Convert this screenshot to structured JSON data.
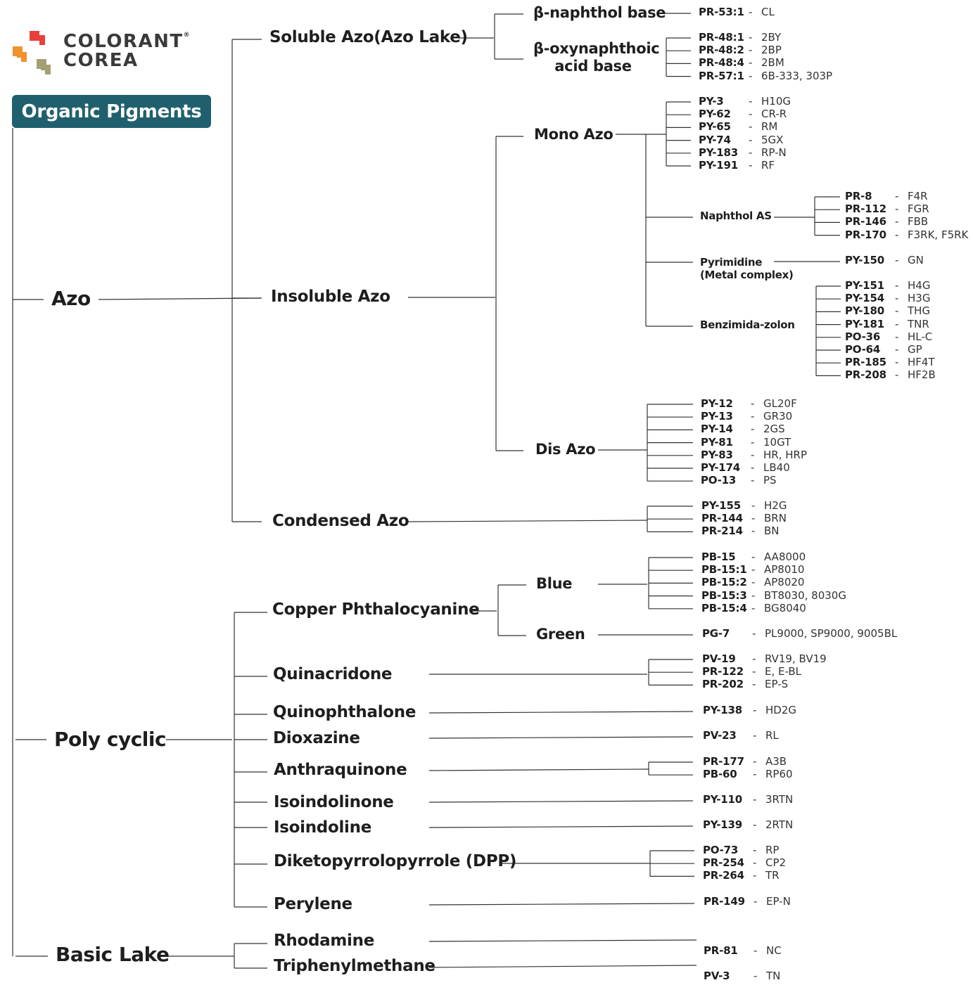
{
  "brand": {
    "name_line1": "COLORANT",
    "name_line2": "COREA",
    "registered_mark": "®",
    "colors": {
      "red": "#e8403a",
      "orange": "#f0922e",
      "olive": "#a5a073",
      "badge": "#20606e"
    }
  },
  "title": "Organic Pigments",
  "tree": [
    {
      "name": "Azo",
      "children": [
        {
          "name": "Soluble Azo(Azo Lake)",
          "children": [
            {
              "name": "β-naphthol base",
              "pigments": [
                {
                  "code": "PR-53:1",
                  "grade": "CL"
                }
              ]
            },
            {
              "name": "β-oxynaphthoic acid base",
              "lines": [
                "β-oxynaphthoic",
                "acid base"
              ],
              "pigments": [
                {
                  "code": "PR-48:1",
                  "grade": "2BY"
                },
                {
                  "code": "PR-48:2",
                  "grade": "2BP"
                },
                {
                  "code": "PR-48:4",
                  "grade": "2BM"
                },
                {
                  "code": "PR-57:1",
                  "grade": "6B-333, 303P"
                }
              ]
            }
          ]
        },
        {
          "name": "Insoluble Azo",
          "children": [
            {
              "name": "Mono Azo",
              "pigments": [
                {
                  "code": "PY-3",
                  "grade": "H10G"
                },
                {
                  "code": "PY-62",
                  "grade": "CR-R"
                },
                {
                  "code": "PY-65",
                  "grade": "RM"
                },
                {
                  "code": "PY-74",
                  "grade": "5GX"
                },
                {
                  "code": "PY-183",
                  "grade": "RP-N"
                },
                {
                  "code": "PY-191",
                  "grade": "RF"
                }
              ],
              "children": [
                {
                  "name": "Naphthol AS",
                  "pigments": [
                    {
                      "code": "PR-8",
                      "grade": "F4R"
                    },
                    {
                      "code": "PR-112",
                      "grade": "FGR"
                    },
                    {
                      "code": "PR-146",
                      "grade": "FBB"
                    },
                    {
                      "code": "PR-170",
                      "grade": "F3RK, F5RK"
                    }
                  ]
                },
                {
                  "name": "Pyrimidine (Metal complex)",
                  "lines": [
                    "Pyrimidine",
                    "(Metal complex)"
                  ],
                  "pigments": [
                    {
                      "code": "PY-150",
                      "grade": "GN"
                    }
                  ]
                },
                {
                  "name": "Benzimida-zolon",
                  "pigments": [
                    {
                      "code": "PY-151",
                      "grade": "H4G"
                    },
                    {
                      "code": "PY-154",
                      "grade": "H3G"
                    },
                    {
                      "code": "PY-180",
                      "grade": "THG"
                    },
                    {
                      "code": "PY-181",
                      "grade": "TNR"
                    },
                    {
                      "code": "PO-36",
                      "grade": "HL-C"
                    },
                    {
                      "code": "PO-64",
                      "grade": "GP"
                    },
                    {
                      "code": "PR-185",
                      "grade": "HF4T"
                    },
                    {
                      "code": "PR-208",
                      "grade": "HF2B"
                    }
                  ]
                }
              ]
            },
            {
              "name": "Dis Azo",
              "pigments": [
                {
                  "code": "PY-12",
                  "grade": "GL20F"
                },
                {
                  "code": "PY-13",
                  "grade": "GR30"
                },
                {
                  "code": "PY-14",
                  "grade": "2GS"
                },
                {
                  "code": "PY-81",
                  "grade": "10GT"
                },
                {
                  "code": "PY-83",
                  "grade": "HR, HRP"
                },
                {
                  "code": "PY-174",
                  "grade": "LB40"
                },
                {
                  "code": "PO-13",
                  "grade": "PS"
                }
              ]
            }
          ]
        },
        {
          "name": "Condensed Azo",
          "pigments": [
            {
              "code": "PY-155",
              "grade": "H2G"
            },
            {
              "code": "PR-144",
              "grade": "BRN"
            },
            {
              "code": "PR-214",
              "grade": "BN"
            }
          ]
        }
      ]
    },
    {
      "name": "Poly cyclic",
      "children": [
        {
          "name": "Copper Phthalocyanine",
          "children": [
            {
              "name": "Blue",
              "pigments": [
                {
                  "code": "PB-15",
                  "grade": "AA8000"
                },
                {
                  "code": "PB-15:1",
                  "grade": "AP8010"
                },
                {
                  "code": "PB-15:2",
                  "grade": "AP8020"
                },
                {
                  "code": "PB-15:3",
                  "grade": "BT8030, 8030G"
                },
                {
                  "code": "PB-15:4",
                  "grade": "BG8040"
                }
              ]
            },
            {
              "name": "Green",
              "pigments": [
                {
                  "code": "PG-7",
                  "grade": "PL9000, SP9000, 9005BL"
                }
              ]
            }
          ]
        },
        {
          "name": "Quinacridone",
          "pigments": [
            {
              "code": "PV-19",
              "grade": "RV19, BV19"
            },
            {
              "code": "PR-122",
              "grade": "E, E-BL"
            },
            {
              "code": "PR-202",
              "grade": "EP-S"
            }
          ]
        },
        {
          "name": "Quinophthalone",
          "pigments": [
            {
              "code": "PY-138",
              "grade": "HD2G"
            }
          ]
        },
        {
          "name": "Dioxazine",
          "pigments": [
            {
              "code": "PV-23",
              "grade": "RL"
            }
          ]
        },
        {
          "name": "Anthraquinone",
          "pigments": [
            {
              "code": "PR-177",
              "grade": "A3B"
            },
            {
              "code": "PB-60",
              "grade": "RP60"
            }
          ]
        },
        {
          "name": "Isoindolinone",
          "pigments": [
            {
              "code": "PY-110",
              "grade": "3RTN"
            }
          ]
        },
        {
          "name": "Isoindoline",
          "pigments": [
            {
              "code": "PY-139",
              "grade": "2RTN"
            }
          ]
        },
        {
          "name": "Diketopyrrolopyrrole (DPP)",
          "pigments": [
            {
              "code": "PO-73",
              "grade": "RP"
            },
            {
              "code": "PR-254",
              "grade": "CP2"
            },
            {
              "code": "PR-264",
              "grade": "TR"
            }
          ]
        },
        {
          "name": "Perylene",
          "pigments": [
            {
              "code": "PR-149",
              "grade": "EP-N"
            }
          ]
        }
      ]
    },
    {
      "name": "Basic Lake",
      "children": [
        {
          "name": "Rhodamine",
          "pigments": [
            {
              "code": "PR-81",
              "grade": "NC"
            }
          ]
        },
        {
          "name": "Triphenylmethane",
          "pigments": [
            {
              "code": "PV-3",
              "grade": "TN"
            }
          ]
        }
      ]
    }
  ]
}
